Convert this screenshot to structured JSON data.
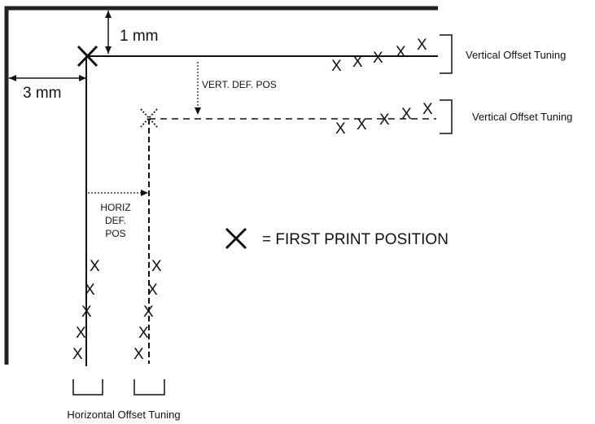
{
  "labels": {
    "top_offset": "1 mm",
    "left_offset": "3 mm",
    "vert_def_pos": "VERT. DEF. POS",
    "horiz_def_pos_line1": "HORIZ",
    "horiz_def_pos_line2": "DEF.",
    "horiz_def_pos_line3": "POS",
    "vertical_offset_tuning_1": "Vertical Offset Tuning",
    "vertical_offset_tuning_2": "Vertical Offset Tuning",
    "horizontal_offset_tuning": "Horizontal Offset Tuning",
    "legend_text": "= FIRST PRINT POSITION"
  },
  "marks": {
    "x_glyph": "X"
  },
  "colors": {
    "line": "#111111",
    "frame": "#222222"
  }
}
